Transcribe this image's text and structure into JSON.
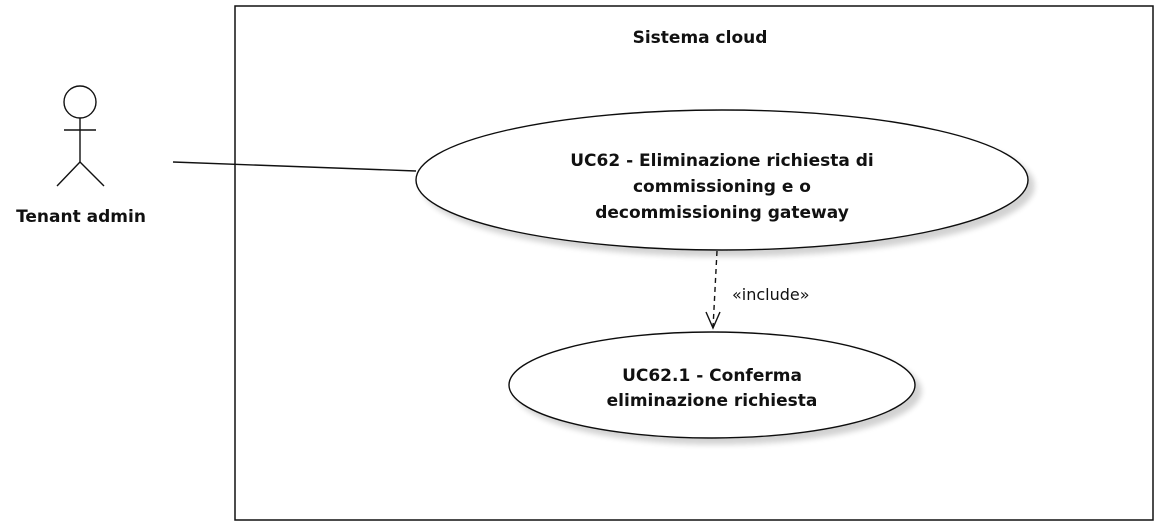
{
  "system": {
    "title": "Sistema cloud"
  },
  "actor": {
    "name": "Tenant admin"
  },
  "use_cases": {
    "uc62": {
      "lines": [
        "UC62 - Eliminazione richiesta di",
        "commissioning e o",
        "decommissioning gateway"
      ]
    },
    "uc62_1": {
      "lines": [
        "UC62.1 - Conferma",
        "eliminazione richiesta"
      ]
    }
  },
  "relations": {
    "include_label": "«include»"
  }
}
